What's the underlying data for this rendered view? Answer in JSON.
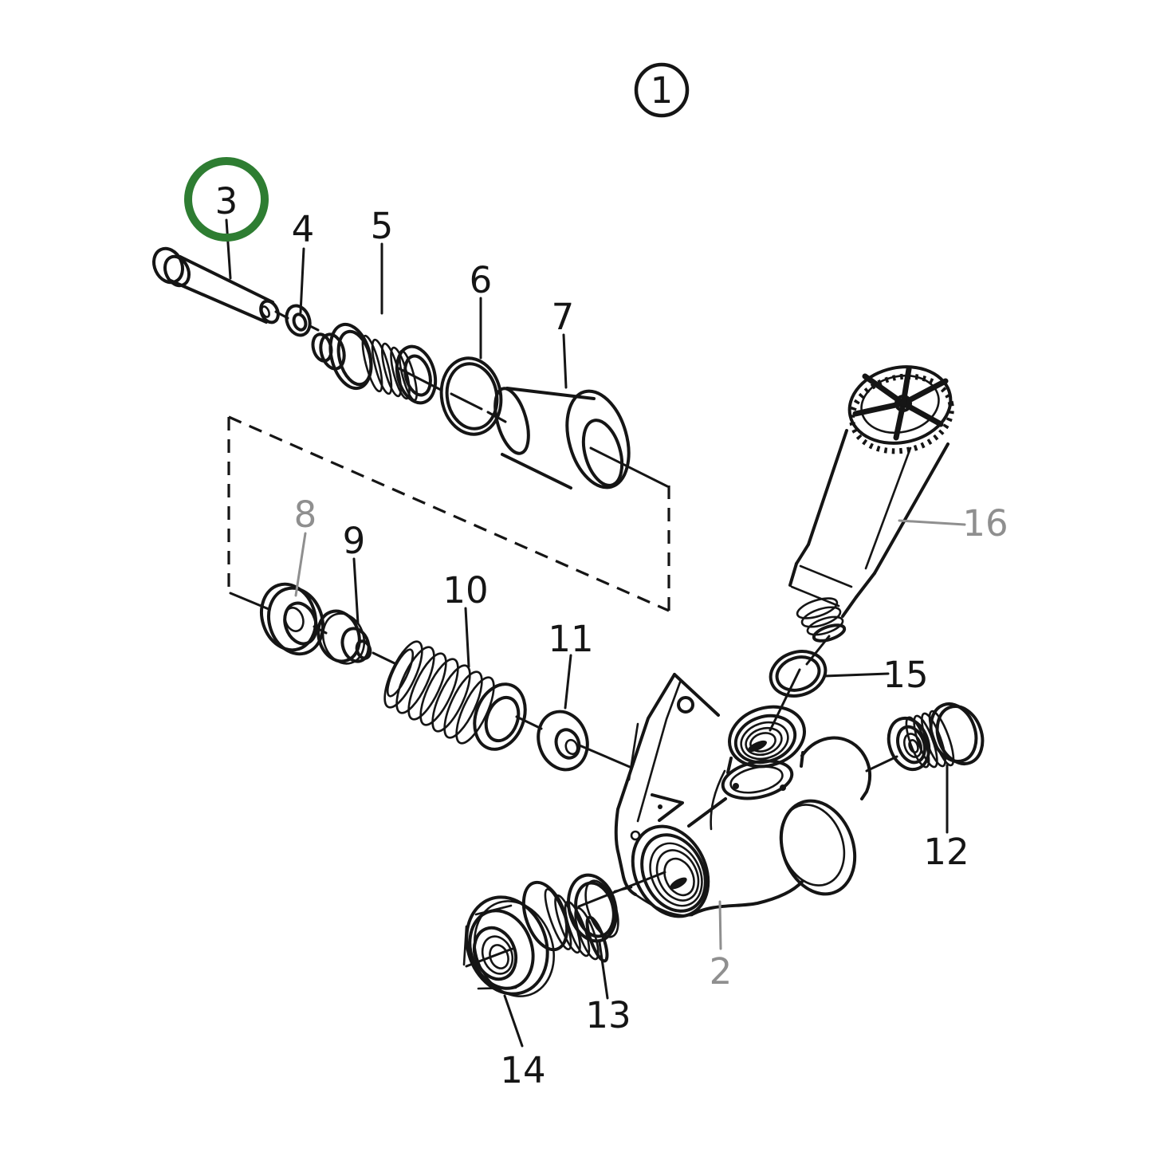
{
  "colors": {
    "background": "#ffffff",
    "line": "#151515",
    "muted_label": "#8f8f8f",
    "highlight_ring": "#2e7d32"
  },
  "callouts": {
    "c1": {
      "number": "1",
      "style": "circled"
    },
    "c2": {
      "number": "2",
      "style": "muted"
    },
    "c3": {
      "number": "3",
      "style": "highlighted"
    },
    "c4": {
      "number": "4",
      "style": "normal"
    },
    "c5": {
      "number": "5",
      "style": "normal"
    },
    "c6": {
      "number": "6",
      "style": "normal"
    },
    "c7": {
      "number": "7",
      "style": "normal"
    },
    "c8": {
      "number": "8",
      "style": "muted"
    },
    "c9": {
      "number": "9",
      "style": "normal"
    },
    "c10": {
      "number": "10",
      "style": "normal"
    },
    "c11": {
      "number": "11",
      "style": "normal"
    },
    "c12": {
      "number": "12",
      "style": "normal"
    },
    "c13": {
      "number": "13",
      "style": "normal"
    },
    "c14": {
      "number": "14",
      "style": "normal"
    },
    "c15": {
      "number": "15",
      "style": "normal"
    },
    "c16": {
      "number": "16",
      "style": "muted"
    }
  }
}
